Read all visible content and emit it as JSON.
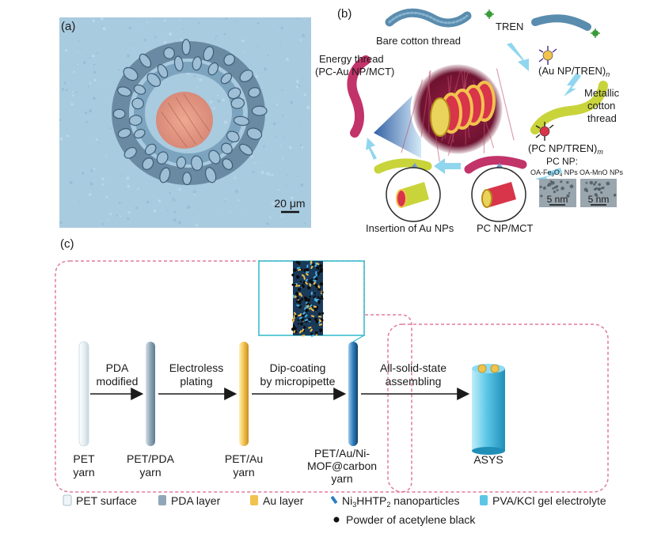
{
  "panel_a": {
    "label": "(a)",
    "scale_bar": "20 μm"
  },
  "panel_b": {
    "label": "(b)",
    "bare_cotton": "Bare cotton thread",
    "tren": "TREN",
    "au_np_tren_main": "(Au NP/TREN)",
    "au_np_tren_sub": "n",
    "metallic_1": "Metallic",
    "metallic_2": "cotton",
    "metallic_3": "thread",
    "pc_np_tren_main": "(PC NP/TREN)",
    "pc_np_tren_sub": "m",
    "pc_np": "PC NP:",
    "oa_fe_pre": "OA-Fe",
    "oa_fe_s1": "3",
    "oa_fe_mid": "O",
    "oa_fe_s2": "4",
    "oa_fe_post": " NPs",
    "oa_mno": "OA-MnO NPs",
    "scale_1": "5 nm",
    "scale_2": "5 nm",
    "energy_1": "Energy thread",
    "energy_2": "(PC-Au NP/MCT)",
    "insertion": "Insertion of Au NPs",
    "pc_np_mct": "PC NP/MCT"
  },
  "panel_c": {
    "label": "(c)",
    "step_pda_1": "PDA",
    "step_pda_2": "modified",
    "step_electroless_1": "Electroless",
    "step_electroless_2": "plating",
    "step_dip_1": "Dip-coating",
    "step_dip_2": "by micropipette",
    "step_assemble_1": "All-solid-state",
    "step_assemble_2": "assembling",
    "yarn_pet_1": "PET",
    "yarn_pet_2": "yarn",
    "yarn_pda_1": "PET/PDA",
    "yarn_pda_2": "yarn",
    "yarn_au_1": "PET/Au",
    "yarn_au_2": "yarn",
    "yarn_mof_1": "PET/Au/Ni-",
    "yarn_mof_2": "MOF@carbon",
    "yarn_mof_3": "yarn",
    "asys": "ASYS"
  },
  "legend": {
    "pet_surface": "PET surface",
    "pda_layer": "PDA layer",
    "au_layer": "Au layer",
    "ni_pre": "Ni",
    "ni_s1": "3",
    "ni_mid": "HHTP",
    "ni_s2": "2",
    "ni_post": " nanoparticles",
    "pva": "PVA/KCl gel electrolyte",
    "acetylene": "Powder of acetylene black"
  },
  "colors": {
    "pet": "#eef5f8",
    "pda": "#8fa7b8",
    "au": "#f2c24e",
    "mof": "#2d7fc0",
    "pva": "#5cc6e6",
    "dash": "#e07aa0",
    "energy": "#c2336a",
    "metallic": "#c8d43a",
    "bare": "#5a8cae"
  }
}
